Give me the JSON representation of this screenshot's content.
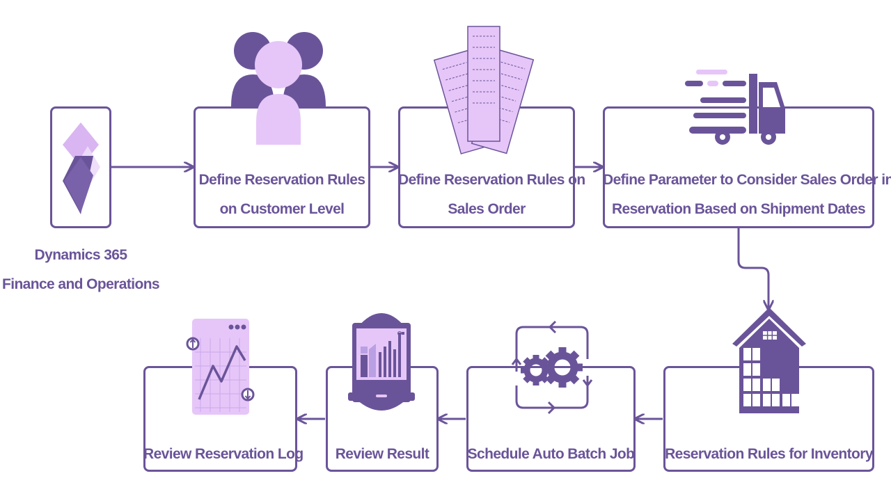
{
  "colors": {
    "primary": "#6a5499",
    "light": "#e6c6f8",
    "mid": "#b9a0e3",
    "background": "#ffffff"
  },
  "start": {
    "title_line1": "Dynamics 365",
    "title_line2": "Finance and Operations",
    "icon": "dynamics-365-logo-icon"
  },
  "steps": [
    {
      "line1": "Define Reservation Rules",
      "line2": "on Customer Level",
      "icon": "customers-group-icon"
    },
    {
      "line1": "Define Reservation Rules on",
      "line2": "Sales Order",
      "icon": "sales-order-documents-icon"
    },
    {
      "line1": "Define Parameter to Consider Sales Order in",
      "line2": "Reservation Based on Shipment Dates",
      "icon": "fast-delivery-truck-icon"
    },
    {
      "line1": "Reservation Rules for Inventory",
      "icon": "warehouse-icon"
    },
    {
      "line1": "Schedule Auto Batch Job",
      "icon": "gears-cycle-icon"
    },
    {
      "line1": "Review Result",
      "icon": "laptop-chart-icon"
    },
    {
      "line1": "Review Reservation Log",
      "icon": "trend-log-icon"
    }
  ]
}
